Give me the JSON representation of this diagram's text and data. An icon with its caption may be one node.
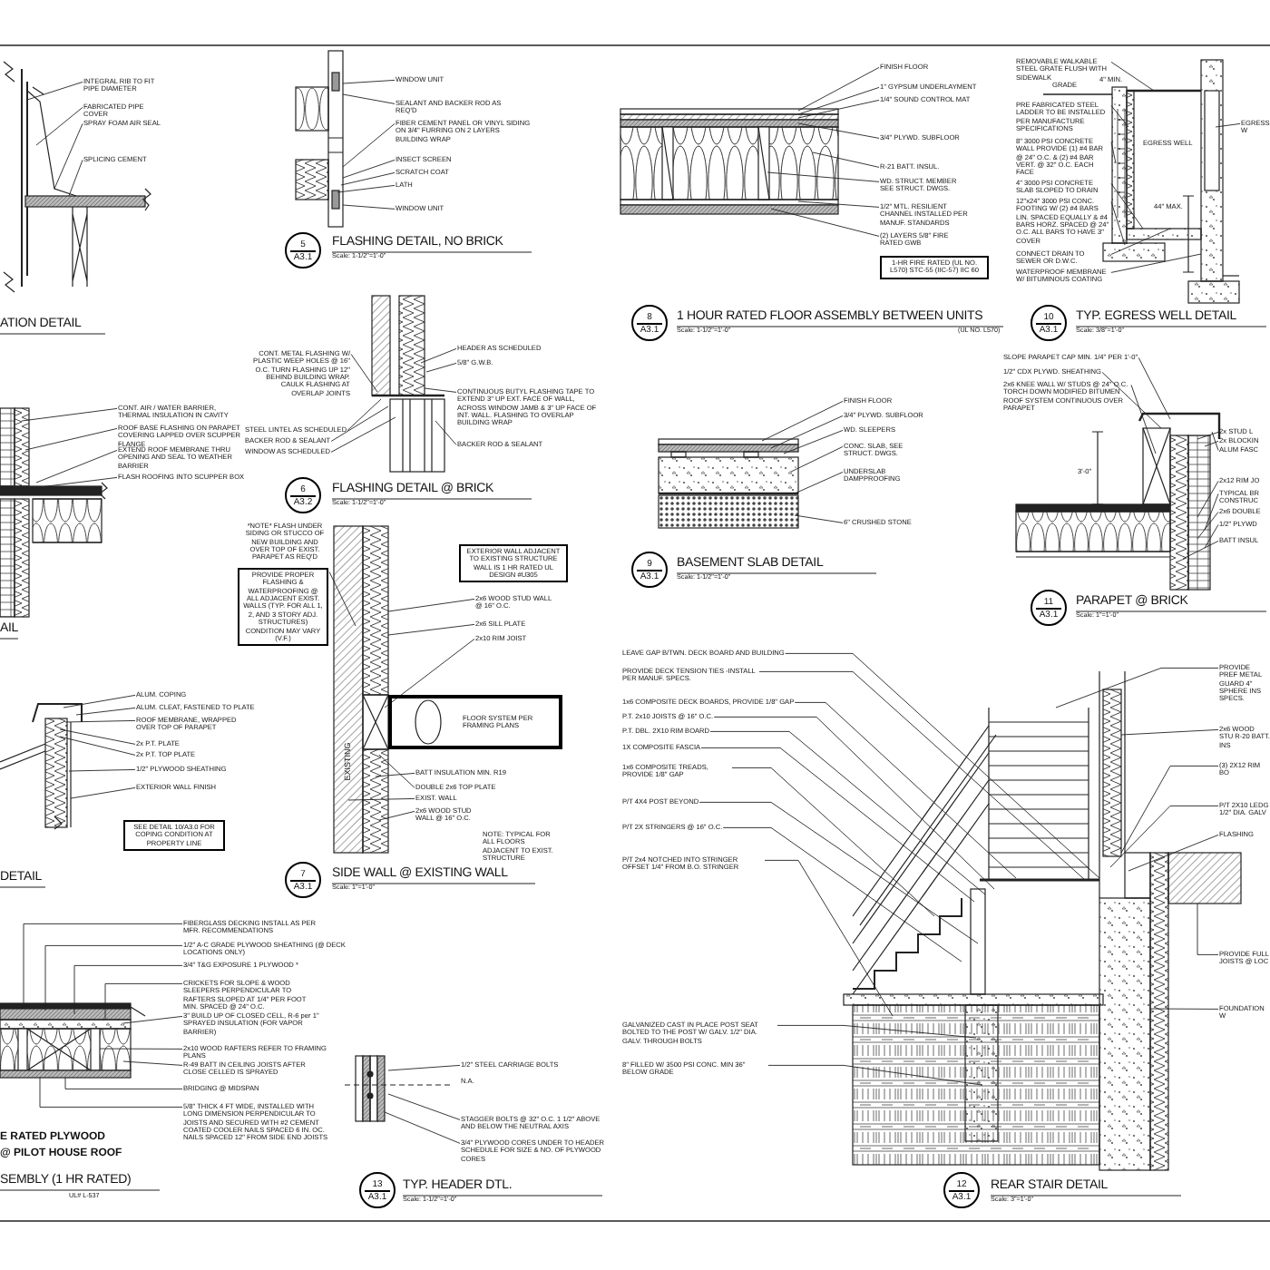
{
  "diagram": {
    "nodes": [
      {
        "text": [
          "INTEGRAL RIB TO FIT PIPE DIAMETER"
        ]
      },
      {
        "text": [
          "FABRICATED PIPE COVER"
        ]
      },
      {
        "text": [
          "SPRAY FOAM AIR SEAL"
        ]
      },
      {
        "text": [
          "SPLICING CEMENT"
        ]
      },
      {
        "text": [
          "WINDOW UNIT"
        ]
      },
      {
        "text": [
          "SEALANT AND BACKER ROD AS REQ'D"
        ]
      },
      {
        "text": [
          "FIBER CEMENT PANEL OR VINYL SIDING ON 3/4\" FURRING ON 2 LAYERS BUILDING WRAP"
        ]
      },
      {
        "text": [
          "INSECT SCREEN"
        ]
      },
      {
        "text": [
          "SCRATCH COAT"
        ]
      },
      {
        "text": [
          "LATH"
        ]
      },
      {
        "text": [
          "WINDOW UNIT"
        ]
      },
      {
        "text": [
          "FINISH FLOOR"
        ]
      },
      {
        "text": [
          "1\" GYPSUM UNDERLAYMENT"
        ]
      },
      {
        "text": [
          "1/4\" SOUND CONTROL MAT"
        ]
      },
      {
        "text": [
          "3/4\" PLYWD. SUBFLOOR"
        ]
      },
      {
        "text": [
          "R-21 BATT. INSUL."
        ]
      },
      {
        "text": [
          "WD. STRUCT. MEMBER SEE STRUCT. DWGS."
        ]
      },
      {
        "text": [
          "1/2\" MTL. RESILIENT CHANNEL INSTALLED PER MANUF. STANDARDS"
        ]
      },
      {
        "text": [
          "(2) LAYERS 5/8\" FIRE RATED GWB"
        ]
      },
      {
        "text": [
          "1-HR FIRE RATED (UL NO. L570) STC-55 (IIC-57) IIC 60"
        ]
      },
      {
        "text": [
          "REMOVABLE WALKABLE STEEL GRATE FLUSH WITH SIDEWALK"
        ]
      },
      {
        "text": [
          "PRE FABRICATED STEEL LADDER TO BE INSTALLED PER MANUFACTURE SPECIFICATIONS"
        ]
      },
      {
        "text": [
          "8\" 3000 PSI CONCRETE WALL PROVIDE (1) #4 BAR @ 24\" O.C. & (2) #4 BAR VERT. @ 32\" O.C. EACH FACE"
        ]
      },
      {
        "text": [
          "4\" 3000 PSI CONCRETE SLAB SLOPED TO DRAIN"
        ]
      },
      {
        "text": [
          "12\"x24\" 3000 PSI CONC. FOOTING W/ (2) #4 BARS LIN. SPACED EQUALLY & #4 BARS HORZ. SPACED @ 24\" O.C. ALL BARS TO HAVE 3\" COVER"
        ]
      },
      {
        "text": [
          "CONNECT DRAIN TO SEWER OR D.W.C."
        ]
      },
      {
        "text": [
          "WATERPROOF MEMBRANE W/ BITUMINOUS COATING"
        ]
      },
      {
        "text": [
          "EGRESS W"
        ]
      },
      {
        "text": [
          "CONT. AIR / WATER BARRIER, THERMAL INSULATION IN CAVITY"
        ]
      },
      {
        "text": [
          "ROOF BASE FLASHING ON PARAPET COVERING LAPPED OVER SCUPPER FLANGE"
        ]
      },
      {
        "text": [
          "EXTEND ROOF MEMBRANE THRU OPENING AND SEAL TO WEATHER BARRIER"
        ]
      },
      {
        "text": [
          "FLASH ROOFING INTO SCUPPER BOX"
        ]
      },
      {
        "text": [
          "CONT. METAL FLASHING W/ PLASTIC WEEP HOLES @ 16\" O.C. TURN FLASHING UP 12\" BEHIND BUILDING WRAP. CAULK FLASHING AT OVERLAP JOINTS"
        ]
      },
      {
        "text": [
          "STEEL LINTEL AS SCHEDULED"
        ]
      },
      {
        "text": [
          "BACKER ROD & SEALANT"
        ]
      },
      {
        "text": [
          "WINDOW AS SCHEDULED"
        ]
      },
      {
        "text": [
          "HEADER AS SCHEDULED"
        ]
      },
      {
        "text": [
          "5/8\" G.W.B."
        ]
      },
      {
        "text": [
          "CONTINUOUS BUTYL FLASHING TAPE TO EXTEND 3\" UP EXT. FACE OF WALL, ACROSS WINDOW JAMB & 3\" UP FACE OF INT. WALL. FLASHING TO OVERLAP BUILDING WRAP"
        ]
      },
      {
        "text": [
          "BACKER ROD & SEALANT"
        ]
      },
      {
        "text": [
          "FINISH FLOOR"
        ]
      },
      {
        "text": [
          "3/4\" PLYWD. SUBFLOOR"
        ]
      },
      {
        "text": [
          "WD. SLEEPERS"
        ]
      },
      {
        "text": [
          "CONC. SLAB, SEE STRUCT. DWGS."
        ]
      },
      {
        "text": [
          "UNDERSLAB DAMPPROOFING"
        ]
      },
      {
        "text": [
          "6\" CRUSHED STONE"
        ]
      },
      {
        "text": [
          "SLOPE PARAPET CAP MIN. 1/4\" PER 1'-0\""
        ]
      },
      {
        "text": [
          "1/2\" CDX PLYWD. SHEATHING"
        ]
      },
      {
        "text": [
          "2x6 KNEE WALL W/ STUDS @ 24\" O.C. TORCH DOWN MODIFIED BITUMEN ROOF SYSTEM CONTINUOUS OVER PARAPET"
        ]
      },
      {
        "text": [
          "2x STUD L"
        ]
      },
      {
        "text": [
          "2x BLOCKIN"
        ]
      },
      {
        "text": [
          "ALUM FASC"
        ]
      },
      {
        "text": [
          "2x12 RIM JO"
        ]
      },
      {
        "text": [
          "TYPICAL BR CONSTRUC"
        ]
      },
      {
        "text": [
          "2x6 DOUBLE"
        ]
      },
      {
        "text": [
          "1/2\" PLYWD"
        ]
      },
      {
        "text": [
          "BATT INSUL"
        ]
      },
      {
        "text": [
          "PROVIDE PROPER FLASHING & WATERPROOFING @ ALL ADJACENT EXIST. WALLS (TYP. FOR ALL 1, 2, AND 3 STORY ADJ. STRUCTURES) CONDITION MAY VARY (V.F.)"
        ]
      },
      {
        "text": [
          "EXTERIOR WALL ADJACENT TO EXISTING STRUCTURE WALL IS 1 HR RATED UL DESIGN #U305"
        ]
      },
      {
        "text": [
          "2x6 WOOD STUD WALL @ 16\" O.C."
        ]
      },
      {
        "text": [
          "2x6 SILL PLATE"
        ]
      },
      {
        "text": [
          "2x10 RIM JOIST"
        ]
      },
      {
        "text": [
          "FLOOR SYSTEM PER FRAMING PLANS"
        ]
      },
      {
        "text": [
          "BATT INSULATION MIN. R19"
        ]
      },
      {
        "text": [
          "DOUBLE 2x6 TOP PLATE"
        ]
      },
      {
        "text": [
          "EXIST. WALL"
        ]
      },
      {
        "text": [
          "2x6 WOOD STUD WALL @ 16\" O.C."
        ]
      },
      {
        "text": [
          "ALUM. COPING"
        ]
      },
      {
        "text": [
          "ALUM. CLEAT, FASTENED TO PLATE"
        ]
      },
      {
        "text": [
          "ROOF MEMBRANE, WRAPPED OVER TOP OF PARAPET"
        ]
      },
      {
        "text": [
          "2x P.T. PLATE"
        ]
      },
      {
        "text": [
          "2x P.T. TOP PLATE"
        ]
      },
      {
        "text": [
          "1/2\" PLYWOOD SHEATHING"
        ]
      },
      {
        "text": [
          "EXTERIOR WALL FINISH"
        ]
      },
      {
        "text": [
          "SEE DETAIL 10/A3.0 FOR COPING CONDITION AT PROPERTY LINE"
        ]
      },
      {
        "text": [
          "FIBERGLASS DECKING INSTALL AS PER MFR. RECOMMENDATIONS"
        ]
      },
      {
        "text": [
          "1/2\" A-C GRADE PLYWOOD SHEATHING (@ DECK LOCATIONS ONLY)"
        ]
      },
      {
        "text": [
          "3/4\" T&G EXPOSURE 1 PLYWOOD *"
        ]
      },
      {
        "text": [
          "CRICKETS FOR SLOPE & WOOD SLEEPERS PERPENDICULAR TO RAFTERS SLOPED AT 1/4\" PER FOOT MIN. SPACED @ 24\" O.C."
        ]
      },
      {
        "text": [
          "3\" BUILD UP OF CLOSED CELL, R-6 per 1\" SPRAYED INSULATION (FOR VAPOR BARRIER)"
        ]
      },
      {
        "text": [
          "2x10 WOOD RAFTERS REFER TO FRAMING PLANS"
        ]
      },
      {
        "text": [
          "R-49 BATT IN CEILING JOISTS AFTER CLOSE CELLED IS SPRAYED"
        ]
      },
      {
        "text": [
          "BRIDGING @ MIDSPAN"
        ]
      },
      {
        "text": [
          "5/8\" THICK 4 FT WIDE, INSTALLED WITH LONG DIMENSION PERPENDICULAR TO JOISTS AND SECURED WITH #2 CEMENT COATED COOLER NAILS SPACED 6 IN. OC. NAILS SPACED 12\" FROM SIDE END JOISTS"
        ]
      },
      {
        "text": [
          "1/2\" STEEL CARRIAGE BOLTS"
        ]
      },
      {
        "text": [
          "STAGGER BOLTS @ 32\" O.C. 1 1/2\" ABOVE AND BELOW THE NEUTRAL AXIS"
        ]
      },
      {
        "text": [
          "3/4\" PLYWOOD CORES UNDER TO HEADER SCHEDULE FOR SIZE & NO. OF PLYWOOD CORES"
        ]
      },
      {
        "text": [
          "LEAVE GAP B/TWN. DECK BOARD AND BUILDING"
        ]
      },
      {
        "text": [
          "PROVIDE DECK TENSION TIES -INSTALL PER MANUF. SPECS."
        ]
      },
      {
        "text": [
          "1x6 COMPOSITE DECK BOARDS, PROVIDE 1/8\" GAP"
        ]
      },
      {
        "text": [
          "P.T. 2x10 JOISTS @ 16\" O.C."
        ]
      },
      {
        "text": [
          "P.T. DBL. 2X10 RIM BOARD"
        ]
      },
      {
        "text": [
          "1X COMPOSITE FASCIA"
        ]
      },
      {
        "text": [
          "1x6 COMPOSITE TREADS, PROVIDE 1/8\" GAP"
        ]
      },
      {
        "text": [
          "P/T 4X4 POST BEYOND"
        ]
      },
      {
        "text": [
          "P/T 2X STRINGERS @ 16\" O.C."
        ]
      },
      {
        "text": [
          "P/T 2x4 NOTCHED INTO STRINGER OFFSET 1/4\" FROM B.O. STRINGER"
        ]
      },
      {
        "text": [
          "GALVANIZED CAST IN PLACE POST SEAT BOLTED TO THE POST W/ GALV. 1/2\" DIA. GALV. THROUGH BOLTS"
        ]
      },
      {
        "text": [
          "8\" FILLED W/ 3500 PSI CONC. MIN 36\" BELOW GRADE"
        ]
      },
      {
        "text": [
          "PROVIDE PREF METAL GUARD 4\" SPHERE INS SPECS."
        ]
      },
      {
        "text": [
          "2x6 WOOD STU R-20 BATT. INS"
        ]
      },
      {
        "text": [
          "(3) 2X12 RIM BO"
        ]
      },
      {
        "text": [
          "P/T 2X10 LEDG 1/2\" DIA. GALV"
        ]
      },
      {
        "text": [
          "FLASHING"
        ]
      },
      {
        "text": [
          "PROVIDE FULL JOISTS @ LOC"
        ]
      },
      {
        "text": [
          "FOUNDATION W"
        ]
      },
      {
        "text": [
          "5",
          "A3.1"
        ],
        "beside": [
          "FLASHING DETAIL, NO BRICK",
          "Scale: 1-1/2\"=1'-0\""
        ]
      },
      {
        "text": [
          "8",
          "A3.1"
        ],
        "beside": [
          "1 HOUR RATED FLOOR ASSEMBLY BETWEEN UNITS",
          "Scale: 1-1/2\"=1'-0\"",
          "(UL NO. L570)"
        ]
      },
      {
        "text": [
          "10",
          "A3.1"
        ],
        "beside": [
          "TYP. EGRESS WELL DETAIL",
          "Scale: 3/8\"=1'-0\""
        ]
      },
      {
        "text": [
          "6",
          "A3.2"
        ],
        "beside": [
          "FLASHING DETAIL @ BRICK",
          "Scale: 1-1/2\"=1'-0\""
        ]
      },
      {
        "text": [
          "9",
          "A3.1"
        ],
        "beside": [
          "BASEMENT SLAB DETAIL",
          "Scale: 1-1/2\"=1'-0\""
        ]
      },
      {
        "text": [
          "11",
          "A3.1"
        ],
        "beside": [
          "PARAPET @ BRICK",
          "Scale: 1\"=1'-0\""
        ]
      },
      {
        "text": [
          "7",
          "A3.1"
        ],
        "beside": [
          "SIDE WALL @ EXISTING WALL",
          "Scale: 1\"=1'-0\""
        ]
      },
      {
        "text": [
          "13",
          "A3.1"
        ],
        "beside": [
          "TYP. HEADER DTL.",
          "Scale: 1-1/2\"=1'-0\""
        ]
      },
      {
        "text": [
          "12",
          "A3.1"
        ],
        "beside": [
          "REAR STAIR DETAIL",
          "Scale: 3\"=1'-0\""
        ]
      },
      {
        "text": [],
        "shape": "picture",
        "beside": [
          "ATION DETAIL"
        ]
      },
      {
        "text": [],
        "shape": "picture"
      },
      {
        "text": [],
        "shape": "picture"
      },
      {
        "text": [],
        "shape": "picture"
      },
      {
        "text": [],
        "shape": "picture",
        "beside": [
          "AIL"
        ]
      },
      {
        "text": [],
        "shape": "picture"
      },
      {
        "text": [],
        "shape": "picture"
      },
      {
        "text": [],
        "shape": "picture"
      },
      {
        "text": [],
        "shape": "picture"
      },
      {
        "text": [],
        "shape": "picture",
        "beside": [
          "DETAIL"
        ]
      },
      {
        "text": [],
        "shape": "picture",
        "beside": [
          "SEMBLY (1 HR RATED)",
          "UL# L-537"
        ]
      },
      {
        "text": [],
        "shape": "picture"
      },
      {
        "text": [],
        "shape": "picture"
      }
    ],
    "edges": [
      {
        "from": 0,
        "to": 115,
        "arrow": "none"
      },
      {
        "from": 1,
        "to": 115,
        "arrow": "none"
      },
      {
        "from": 2,
        "to": 115,
        "arrow": "none"
      },
      {
        "from": 3,
        "to": 115,
        "arrow": "none"
      },
      {
        "from": 4,
        "to": 116,
        "arrow": "none"
      },
      {
        "from": 5,
        "to": 116,
        "arrow": "none"
      },
      {
        "from": 6,
        "to": 116,
        "arrow": "none"
      },
      {
        "from": 7,
        "to": 116,
        "arrow": "none"
      },
      {
        "from": 8,
        "to": 116,
        "arrow": "none"
      },
      {
        "from": 9,
        "to": 116,
        "arrow": "none"
      },
      {
        "from": 10,
        "to": 116,
        "arrow": "none"
      },
      {
        "from": 11,
        "to": 117,
        "arrow": "none"
      },
      {
        "from": 12,
        "to": 117,
        "arrow": "none"
      },
      {
        "from": 13,
        "to": 117,
        "arrow": "none"
      },
      {
        "from": 14,
        "to": 117,
        "arrow": "none"
      },
      {
        "from": 15,
        "to": 117,
        "arrow": "none"
      },
      {
        "from": 16,
        "to": 117,
        "arrow": "none"
      },
      {
        "from": 17,
        "to": 117,
        "arrow": "none"
      },
      {
        "from": 18,
        "to": 117,
        "arrow": "none"
      },
      {
        "from": 20,
        "to": 118,
        "arrow": "none"
      },
      {
        "from": 21,
        "to": 118,
        "arrow": "none"
      },
      {
        "from": 22,
        "to": 118,
        "arrow": "none"
      },
      {
        "from": 23,
        "to": 118,
        "arrow": "none"
      },
      {
        "from": 24,
        "to": 118,
        "arrow": "none"
      },
      {
        "from": 25,
        "to": 118,
        "arrow": "none"
      },
      {
        "from": 26,
        "to": 118,
        "arrow": "none"
      },
      {
        "from": 27,
        "to": 118,
        "arrow": "none"
      },
      {
        "from": 28,
        "to": 119,
        "arrow": "none"
      },
      {
        "from": 29,
        "to": 119,
        "arrow": "none"
      },
      {
        "from": 30,
        "to": 119,
        "arrow": "none"
      },
      {
        "from": 31,
        "to": 119,
        "arrow": "none"
      },
      {
        "from": 32,
        "to": 120,
        "arrow": "none"
      },
      {
        "from": 33,
        "to": 120,
        "arrow": "none"
      },
      {
        "from": 34,
        "to": 120,
        "arrow": "none"
      },
      {
        "from": 35,
        "to": 120,
        "arrow": "none"
      },
      {
        "from": 36,
        "to": 120,
        "arrow": "none"
      },
      {
        "from": 37,
        "to": 120,
        "arrow": "none"
      },
      {
        "from": 38,
        "to": 120,
        "arrow": "none"
      },
      {
        "from": 39,
        "to": 120,
        "arrow": "none"
      },
      {
        "from": 40,
        "to": 121,
        "arrow": "none"
      },
      {
        "from": 41,
        "to": 121,
        "arrow": "none"
      },
      {
        "from": 42,
        "to": 121,
        "arrow": "none"
      },
      {
        "from": 43,
        "to": 121,
        "arrow": "none"
      },
      {
        "from": 44,
        "to": 121,
        "arrow": "none"
      },
      {
        "from": 45,
        "to": 121,
        "arrow": "none"
      },
      {
        "from": 46,
        "to": 122,
        "arrow": "none"
      },
      {
        "from": 47,
        "to": 122,
        "arrow": "none"
      },
      {
        "from": 48,
        "to": 122,
        "arrow": "none"
      },
      {
        "from": 49,
        "to": 122,
        "arrow": "none"
      },
      {
        "from": 50,
        "to": 122,
        "arrow": "none"
      },
      {
        "from": 51,
        "to": 122,
        "arrow": "none"
      },
      {
        "from": 52,
        "to": 122,
        "arrow": "none"
      },
      {
        "from": 53,
        "to": 122,
        "arrow": "none"
      },
      {
        "from": 54,
        "to": 122,
        "arrow": "none"
      },
      {
        "from": 55,
        "to": 122,
        "arrow": "none"
      },
      {
        "from": 56,
        "to": 122,
        "arrow": "none"
      },
      {
        "from": 57,
        "to": 123,
        "arrow": "none"
      },
      {
        "from": 59,
        "to": 123,
        "arrow": "none"
      },
      {
        "from": 60,
        "to": 123,
        "arrow": "none"
      },
      {
        "from": 61,
        "to": 123,
        "arrow": "none"
      },
      {
        "from": 63,
        "to": 123,
        "arrow": "none"
      },
      {
        "from": 64,
        "to": 123,
        "arrow": "none"
      },
      {
        "from": 65,
        "to": 123,
        "arrow": "none"
      },
      {
        "from": 66,
        "to": 123,
        "arrow": "none"
      },
      {
        "from": 67,
        "to": 124,
        "arrow": "none"
      },
      {
        "from": 68,
        "to": 124,
        "arrow": "none"
      },
      {
        "from": 69,
        "to": 124,
        "arrow": "none"
      },
      {
        "from": 70,
        "to": 124,
        "arrow": "none"
      },
      {
        "from": 71,
        "to": 124,
        "arrow": "none"
      },
      {
        "from": 72,
        "to": 124,
        "arrow": "none"
      },
      {
        "from": 73,
        "to": 124,
        "arrow": "none"
      },
      {
        "from": 75,
        "to": 125,
        "arrow": "none"
      },
      {
        "from": 76,
        "to": 125,
        "arrow": "none"
      },
      {
        "from": 77,
        "to": 125,
        "arrow": "none"
      },
      {
        "from": 78,
        "to": 125,
        "arrow": "none"
      },
      {
        "from": 79,
        "to": 125,
        "arrow": "none"
      },
      {
        "from": 80,
        "to": 125,
        "arrow": "none"
      },
      {
        "from": 81,
        "to": 125,
        "arrow": "none"
      },
      {
        "from": 82,
        "to": 125,
        "arrow": "none"
      },
      {
        "from": 83,
        "to": 125,
        "arrow": "none"
      },
      {
        "from": 84,
        "to": 126,
        "arrow": "none"
      },
      {
        "from": 85,
        "to": 126,
        "arrow": "none"
      },
      {
        "from": 86,
        "to": 126,
        "arrow": "none"
      },
      {
        "from": 87,
        "to": 127,
        "arrow": "none"
      },
      {
        "from": 88,
        "to": 127,
        "arrow": "none"
      },
      {
        "from": 89,
        "to": 127,
        "arrow": "none"
      },
      {
        "from": 90,
        "to": 127,
        "arrow": "none"
      },
      {
        "from": 91,
        "to": 127,
        "arrow": "none"
      },
      {
        "from": 92,
        "to": 127,
        "arrow": "none"
      },
      {
        "from": 93,
        "to": 127,
        "arrow": "none"
      },
      {
        "from": 94,
        "to": 127,
        "arrow": "none"
      },
      {
        "from": 95,
        "to": 127,
        "arrow": "none"
      },
      {
        "from": 96,
        "to": 127,
        "arrow": "none"
      },
      {
        "from": 97,
        "to": 127,
        "arrow": "none"
      },
      {
        "from": 98,
        "to": 127,
        "arrow": "none"
      },
      {
        "from": 99,
        "to": 127,
        "arrow": "none"
      },
      {
        "from": 100,
        "to": 127,
        "arrow": "none"
      },
      {
        "from": 101,
        "to": 127,
        "arrow": "none"
      },
      {
        "from": 102,
        "to": 127,
        "arrow": "none"
      },
      {
        "from": 103,
        "to": 127,
        "arrow": "none"
      },
      {
        "from": 104,
        "to": 127,
        "arrow": "none"
      },
      {
        "from": 105,
        "to": 127,
        "arrow": "none"
      }
    ],
    "labels": [
      "GRADE",
      "4\" MIN.",
      "EGRESS WELL",
      "44\" MAX.",
      "*NOTE* FLASH UNDER SIDING OR STUCCO OF NEW BUILDING AND OVER TOP OF EXIST. PARAPET AS REQ'D",
      "3'-0\"",
      "EXISTING",
      "NOTE: TYPICAL FOR ALL FLOORS ADJACENT TO EXIST. STRUCTURE",
      "E RATED PLYWOOD",
      "@ PILOT HOUSE ROOF",
      "N.A."
    ]
  }
}
